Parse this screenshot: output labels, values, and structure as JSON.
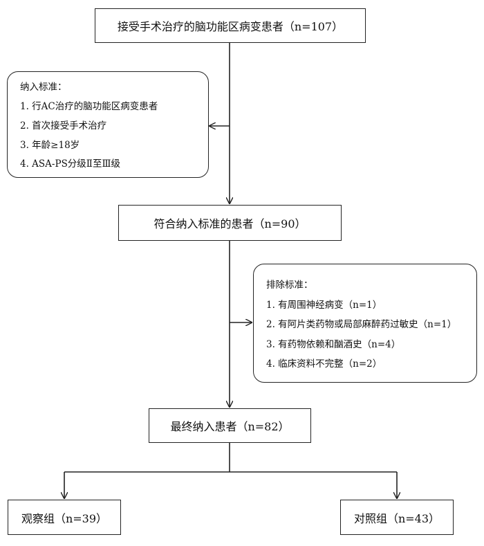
{
  "boxes": {
    "start": "接受手术治疗的脑功能区病变患者（n=107）",
    "eligible": "符合纳入标准的患者（n=90）",
    "final": "最终纳入患者（n=82）",
    "observation": "观察组（n=39）",
    "control": "对照组（n=43）"
  },
  "inclusion": {
    "title": "纳入标准：",
    "items": [
      "1. 行AC治疗的脑功能区病变患者",
      "2. 首次接受手术治疗",
      "3. 年龄≥18岁",
      "4. ASA-PS分级Ⅱ至Ⅲ级"
    ]
  },
  "exclusion": {
    "title": "排除标准：",
    "items": [
      "1. 有周围神经病变（n=1）",
      "2. 有阿片类药物或局部麻醉药过敏史（n=1）",
      "3. 有药物依赖和酗酒史（n=4）",
      "4. 临床资料不完整（n=2）"
    ]
  }
}
